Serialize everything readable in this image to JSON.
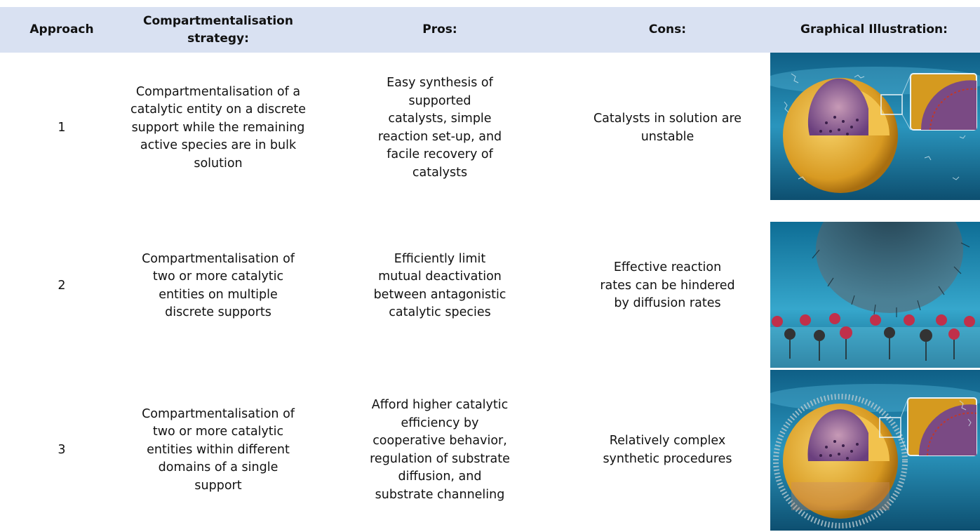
{
  "headers": {
    "approach": "Approach",
    "strategy": "Compartmentalisation strategy:",
    "pros": "Pros:",
    "cons": "Cons:",
    "illustration": "Graphical Illustration:"
  },
  "rows": [
    {
      "approach": "1",
      "strategy": "Compartmentalisation of a catalytic entity on a discrete support while the remaining active species are in bulk solution",
      "pros": "Easy synthesis of supported catalysts, simple reaction set-up, and facile recovery of catalysts",
      "cons": "Catalysts in solution are unstable",
      "illustration": "core-shell-particle-with-inset"
    },
    {
      "approach": "2",
      "strategy": "Compartmentalisation of two or more catalytic entities on multiple discrete supports",
      "pros": "Efficiently limit mutual deactivation between antagonistic catalytic species",
      "cons": "Effective reaction rates can be hindered by diffusion rates",
      "illustration": "spiky-sphere-over-molecule-layer"
    },
    {
      "approach": "3",
      "strategy": "Compartmentalisation of two or more catalytic entities within different domains of a single support",
      "pros": "Afford higher catalytic efficiency by cooperative behavior, regulation of substrate diffusion, and substrate channeling",
      "cons": "Relatively complex synthetic procedures",
      "illustration": "core-shell-particle-with-branches-and-inset"
    }
  ],
  "colors": {
    "header_bg": "#d9e1f2",
    "water": "#1e7fa6",
    "shell": "#e8b43a",
    "core": "#8a5a9a"
  }
}
